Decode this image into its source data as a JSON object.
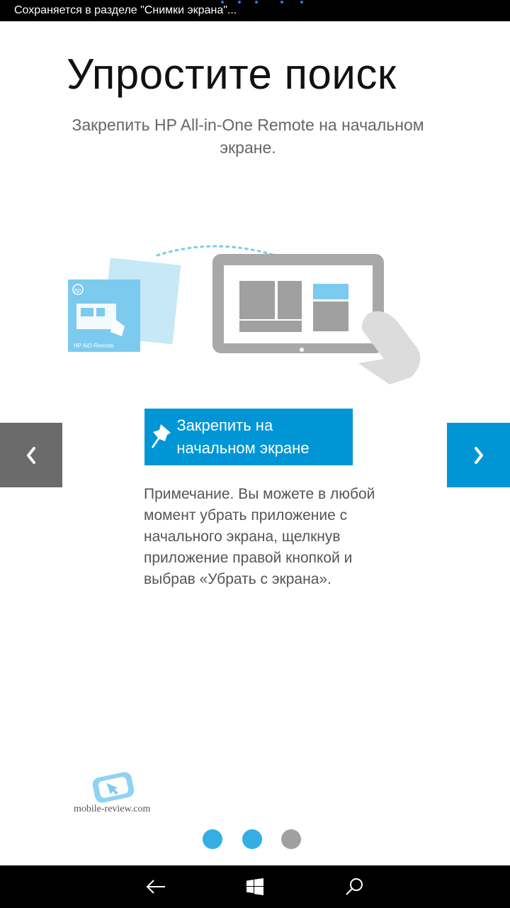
{
  "status_bar": {
    "text": "Сохраняется в разделе \"Снимки экрана\"..."
  },
  "main": {
    "title": "Упростите поиск",
    "subtitle": "Закрепить HP All-in-One Remote на начальном экране.",
    "tile_label": "HP AiO Remote",
    "pin_button_label": "Закрепить на начальном экране",
    "note": "Примечание. Вы можете в любой момент убрать приложение с начального экрана, щелкнув приложение правой кнопкой и выбрав «Убрать с экрана».",
    "watermark": "mobile-review.com"
  },
  "navigation": {
    "prev_icon": "chevron-left-icon",
    "next_icon": "chevron-right-icon"
  },
  "pager": {
    "dots": [
      {
        "state": "visited",
        "color": "#35aee6"
      },
      {
        "state": "visited",
        "color": "#35aee6"
      },
      {
        "state": "current",
        "color": "#a0a0a0"
      }
    ]
  },
  "taskbar": {
    "icons": [
      "back-arrow-icon",
      "windows-logo-icon",
      "search-icon"
    ]
  },
  "colors": {
    "accent": "#0096d6",
    "tile": "#7ccbee",
    "nav_prev": "#6b6b6b",
    "device": "#a8a8a8"
  }
}
